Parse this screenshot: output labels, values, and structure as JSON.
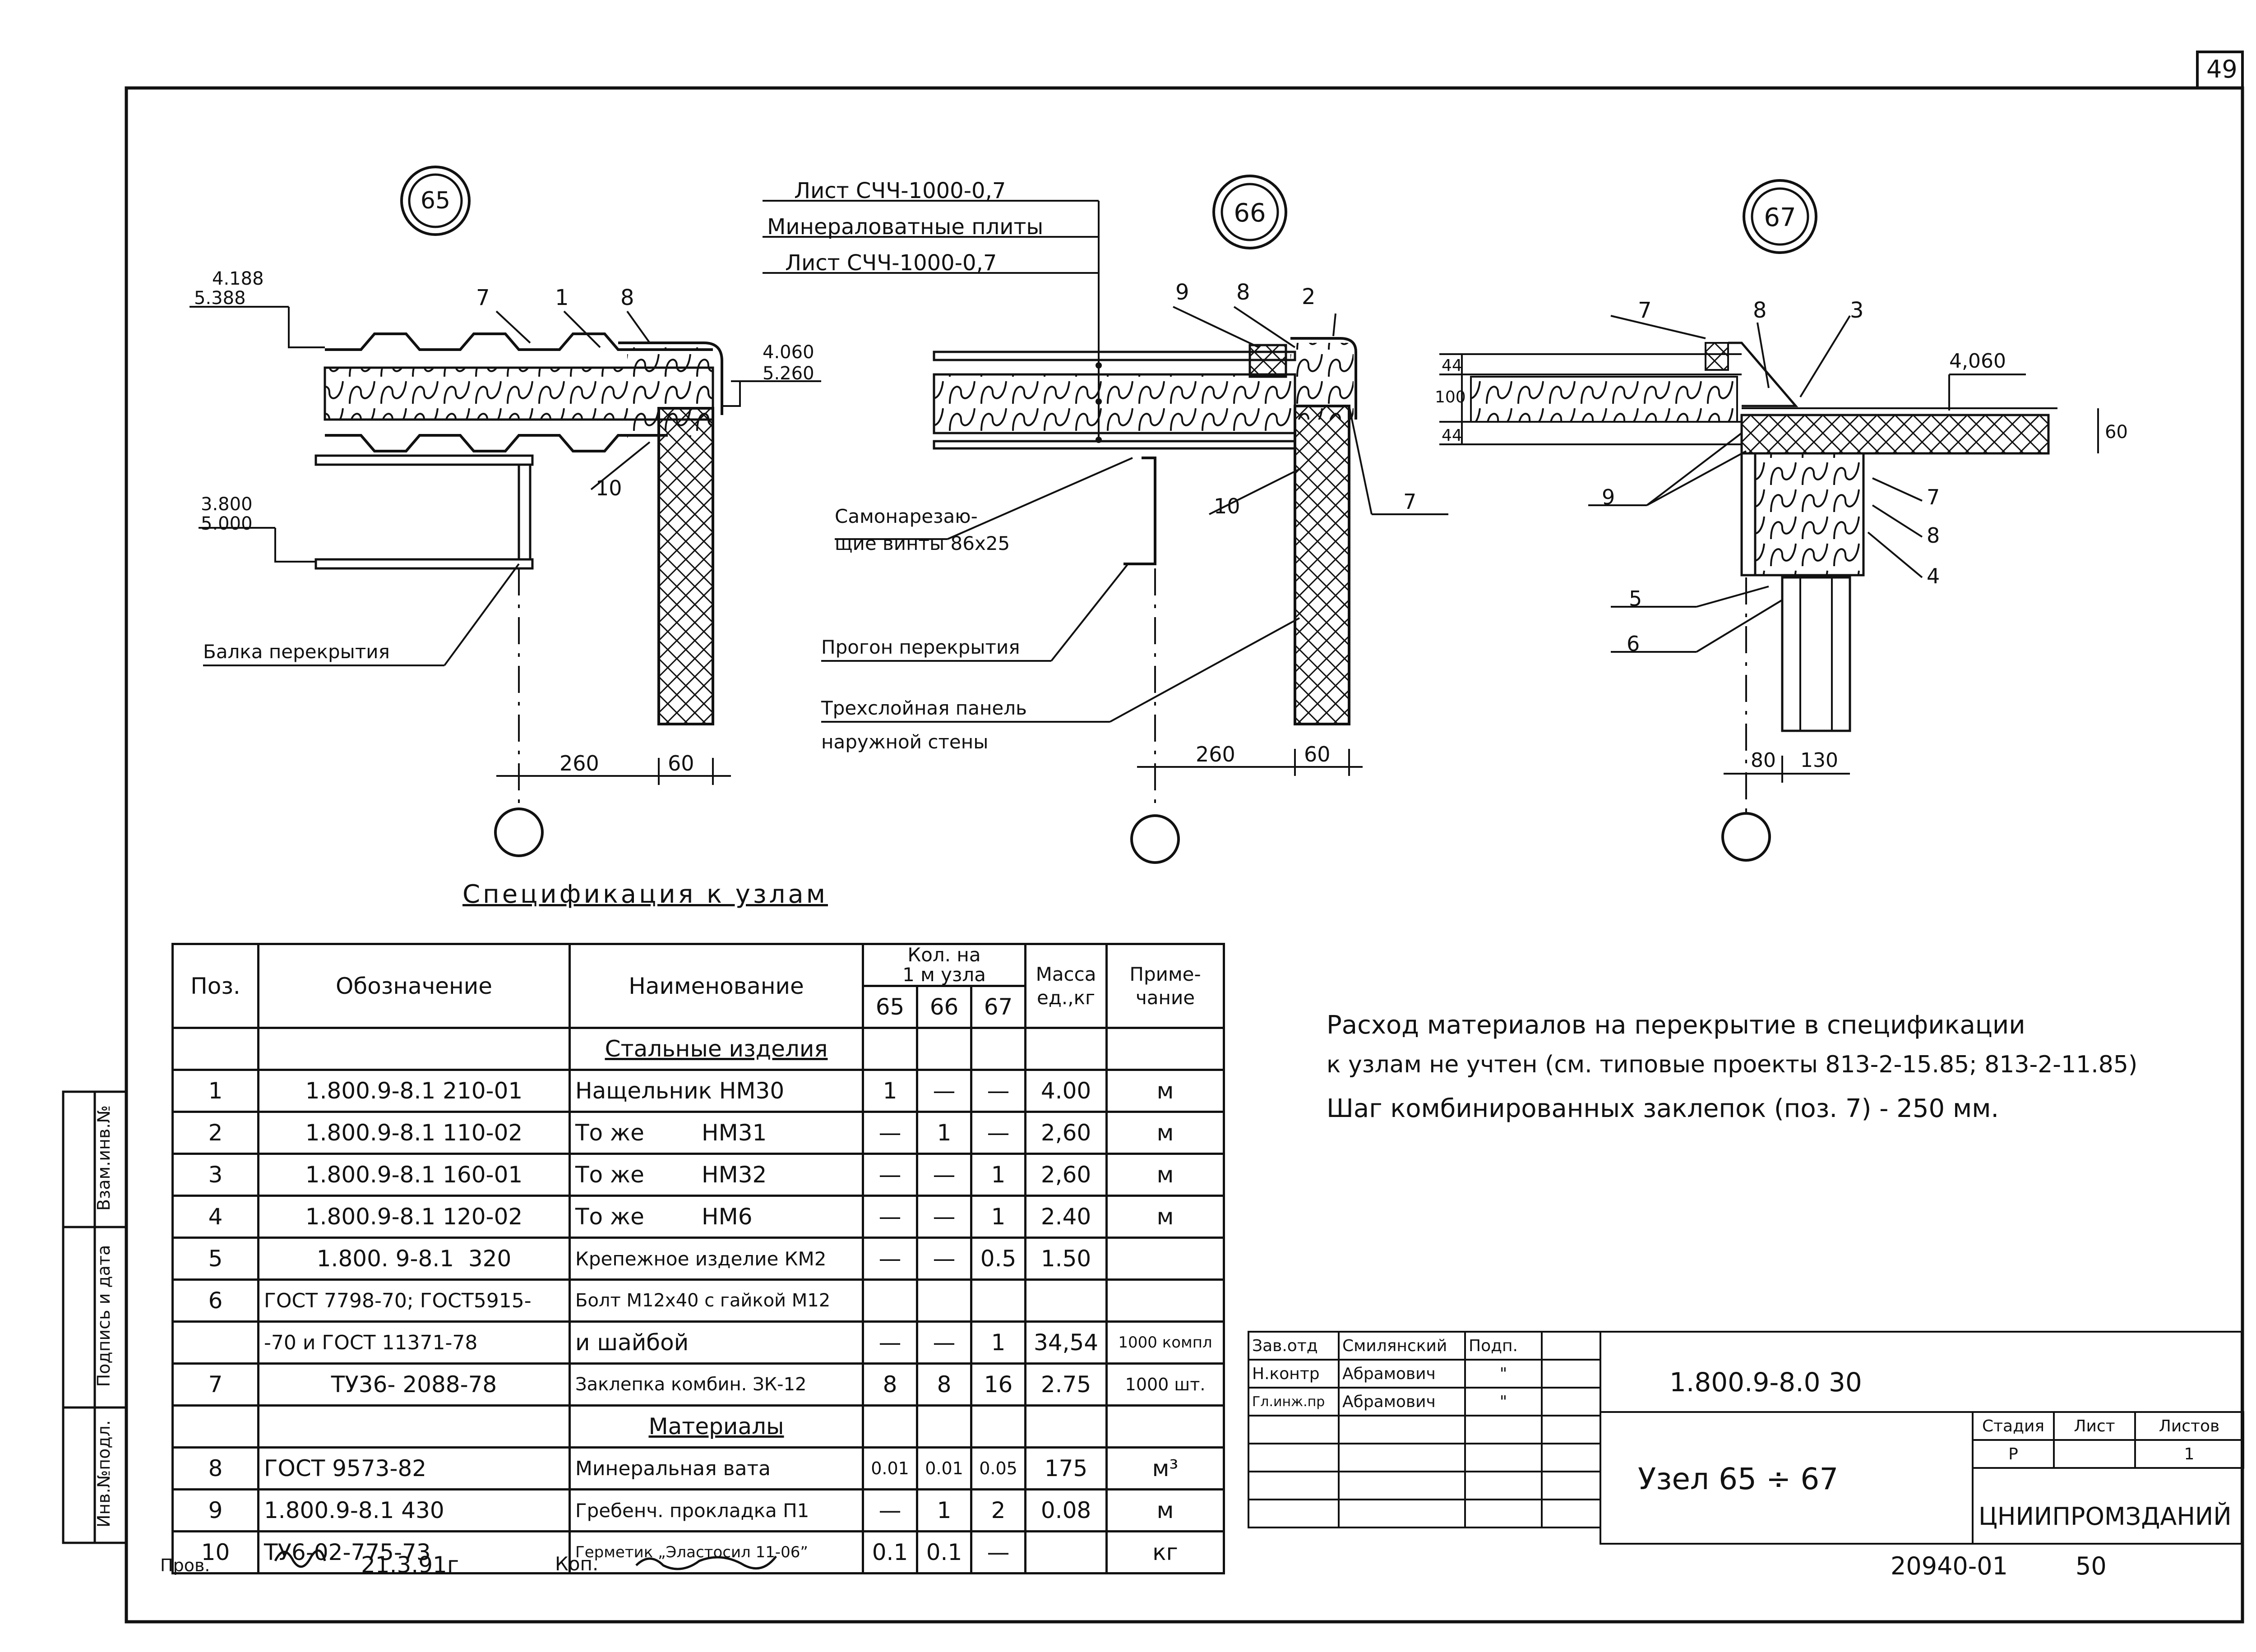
{
  "sheet_number": "49",
  "nodes": [
    {
      "label": "65"
    },
    {
      "label": "66"
    },
    {
      "label": "67"
    }
  ],
  "node65": {
    "elev_top_a": "4.188",
    "elev_top_b": "5.388",
    "elev_mid_a": "4.060",
    "elev_mid_b": "5.260",
    "elev_low_a": "3.800",
    "elev_low_b": "5.000",
    "pos_7": "7",
    "pos_1": "1",
    "pos_8": "8",
    "pos_10": "10",
    "beam_label": "Балка перекрытия",
    "dim_260": "260",
    "dim_60": "60"
  },
  "node66": {
    "layer1": "Лист СЧЧ-1000-0,7",
    "layer2": "Минераловатные плиты",
    "layer3": "Лист СЧЧ-1000-0,7",
    "pos_9": "9",
    "pos_8": "8",
    "pos_2": "2",
    "pos_10": "10",
    "pos_7": "7",
    "screws_1": "Самонарезаю-",
    "screws_2": "щие винты 86х25",
    "purlin": "Прогон перекрытия",
    "panel_1": "Трехслойная панель",
    "panel_2": "наружной стены",
    "dim_260": "260",
    "dim_60": "60"
  },
  "node67": {
    "pos_7a": "7",
    "pos_8a": "8",
    "pos_3": "3",
    "elev": "4,060",
    "dim_44a": "44",
    "dim_100": "100",
    "dim_44b": "44",
    "dim_60": "60",
    "pos_9": "9",
    "pos_7b": "7",
    "pos_8b": "8",
    "pos_4": "4",
    "pos_5": "5",
    "pos_6": "6",
    "dim_80": "80",
    "dim_130": "130"
  },
  "spec": {
    "title": "Спецификация к узлам",
    "headers": {
      "pos": "Поз.",
      "designation": "Обозначение",
      "name": "Наименование",
      "qty_1": "Кол. на",
      "qty_2": "1 м   узла",
      "q65": "65",
      "q66": "66",
      "q67": "67",
      "mass_1": "Масса",
      "mass_2": "ед.,кг",
      "note_1": "Приме-",
      "note_2": "чание"
    },
    "section_steel": "Стальные изделия",
    "section_materials": "Материалы",
    "rows_steel": [
      {
        "pos": "1",
        "des": "1.800.9-8.1 210-01",
        "name": "Нащельник НМ30",
        "q65": "1",
        "q66": "—",
        "q67": "—",
        "mass": "4.00",
        "note": "м"
      },
      {
        "pos": "2",
        "des": "1.800.9-8.1 110-02",
        "name": "То же        НМ31",
        "q65": "—",
        "q66": "1",
        "q67": "—",
        "mass": "2,60",
        "note": "м"
      },
      {
        "pos": "3",
        "des": "1.800.9-8.1 160-01",
        "name": "То же        НМ32",
        "q65": "—",
        "q66": "—",
        "q67": "1",
        "mass": "2,60",
        "note": "м"
      },
      {
        "pos": "4",
        "des": "1.800.9-8.1 120-02",
        "name": "То же        НМ6",
        "q65": "—",
        "q66": "—",
        "q67": "1",
        "mass": "2.40",
        "note": "м"
      },
      {
        "pos": "5",
        "des": "1.800. 9-8.1  320",
        "name": "Крепежное изделие КМ2",
        "q65": "—",
        "q66": "—",
        "q67": "0.5",
        "mass": "1.50",
        "note": ""
      },
      {
        "pos": "6",
        "des": "ГОСТ 7798-70; ГОСТ5915-",
        "name": "Болт М12х40 с гайкой М12",
        "q65": "",
        "q66": "",
        "q67": "",
        "mass": "",
        "note": ""
      },
      {
        "pos": "",
        "des": "-70 и ГОСТ 11371-78",
        "name": "и шайбой",
        "q65": "—",
        "q66": "—",
        "q67": "1",
        "mass": "34,54",
        "note": "1000 компл"
      },
      {
        "pos": "7",
        "des": "ТУ36- 2088-78",
        "name": "Заклепка комбин. ЗК-12",
        "q65": "8",
        "q66": "8",
        "q67": "16",
        "mass": "2.75",
        "note": "1000 шт."
      }
    ],
    "rows_mat": [
      {
        "pos": "8",
        "des": "ГОСТ 9573-82",
        "name": "Минеральная вата",
        "q65": "0.01",
        "q66": "0.01",
        "q67": "0.05",
        "mass": "175",
        "note": "м³"
      },
      {
        "pos": "9",
        "des": "1.800.9-8.1 430",
        "name": "Гребенч. прокладка П1",
        "q65": "—",
        "q66": "1",
        "q67": "2",
        "mass": "0.08",
        "note": "м"
      },
      {
        "pos": "10",
        "des": "ТУ6-02-775-73",
        "name": "Герметик „Эластосил 11-06”",
        "q65": "0.1",
        "q66": "0.1",
        "q67": "—",
        "mass": "",
        "note": "кг"
      }
    ]
  },
  "notes": {
    "line1": "Расход  материалов на перекрытие в спецификации",
    "line2": "к узлам не учтен (см. типовые проекты 813-2-15.85; 813-2-11.85)",
    "line3": "Шаг комбинированных заклепок (поз. 7) - 250 мм."
  },
  "title_block": {
    "roles": [
      {
        "role": "Зав.отд",
        "name": "Смилянский",
        "sign": "Подп."
      },
      {
        "role": "Н.контр",
        "name": "Абрамович",
        "sign": "\""
      },
      {
        "role": "Гл.инж.пр",
        "name": "Абрамович",
        "sign": "\""
      }
    ],
    "doc_code": "1.800.9-8.0 30",
    "title": "Узел 65 ÷ 67",
    "stage_h": "Стадия",
    "sheet_h": "Лист",
    "sheets_h": "Листов",
    "stage": "Р",
    "sheet": "",
    "sheets": "1",
    "org": "ЦНИИПРОМЗДАНИЙ"
  },
  "side_stamp": {
    "c1": "Взам.инв.№",
    "c2": "Подпись и дата",
    "c3": "Инв.№подл."
  },
  "footer": {
    "prov": "Пров.",
    "date": "21.3.91г",
    "kop": "Коп.",
    "archive": "20940-01",
    "page": "50"
  }
}
